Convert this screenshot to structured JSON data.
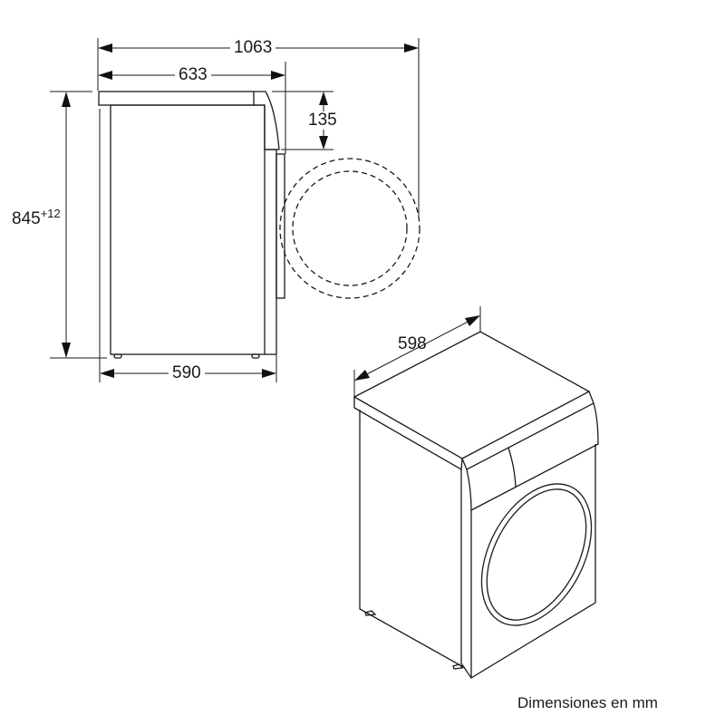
{
  "diagram": {
    "type": "appliance-dimension-drawing",
    "subject": "front-loading washing machine",
    "units": "mm",
    "side_view": {
      "dimensions": {
        "depth_door_open": "1063",
        "depth_with_door": "633",
        "door_height_offset": "135",
        "height": "845",
        "height_tolerance": "+12",
        "depth_body": "590"
      }
    },
    "iso_view": {
      "dimensions": {
        "width": "598"
      }
    },
    "caption": "Dimensiones en mm",
    "line_color": "#1a1a1a",
    "background": "#ffffff"
  }
}
